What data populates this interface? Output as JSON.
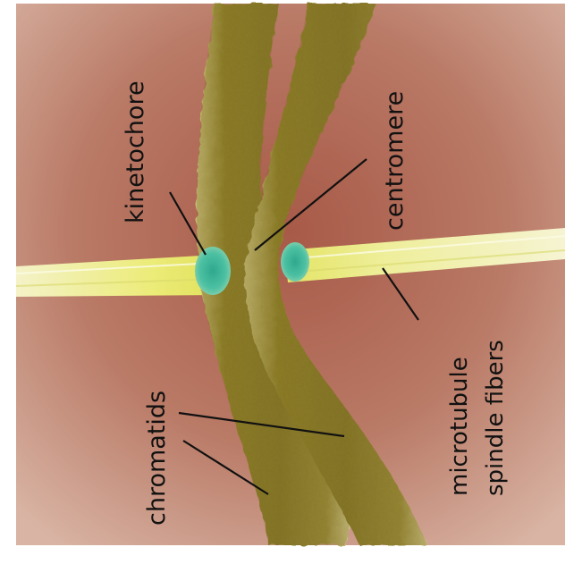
{
  "labels": {
    "kinetochore": "kinetochore",
    "centromere": "centromere",
    "chromatids": "chromatids",
    "microtubule": "microtubule",
    "spindle_fibers": "spindle fibers"
  },
  "colors": {
    "background_light": "#c99a88",
    "background_dark": "#9b5040",
    "chromatid": "#8a7a25",
    "chromatid_light": "#a39236",
    "spindle_fiber": "#f2f0b0",
    "spindle_fiber_yellow": "#e6e65a",
    "kinetochore": "#3fb8a0"
  },
  "icons": {
    "chromosome": "chromosome-icon"
  }
}
